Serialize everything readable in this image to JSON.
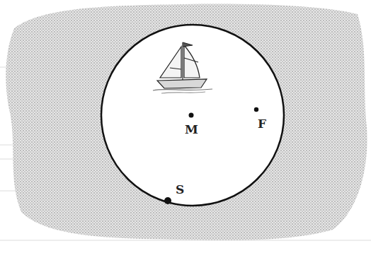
{
  "diagram": {
    "labels": [
      "M",
      "F",
      "S"
    ]
  }
}
